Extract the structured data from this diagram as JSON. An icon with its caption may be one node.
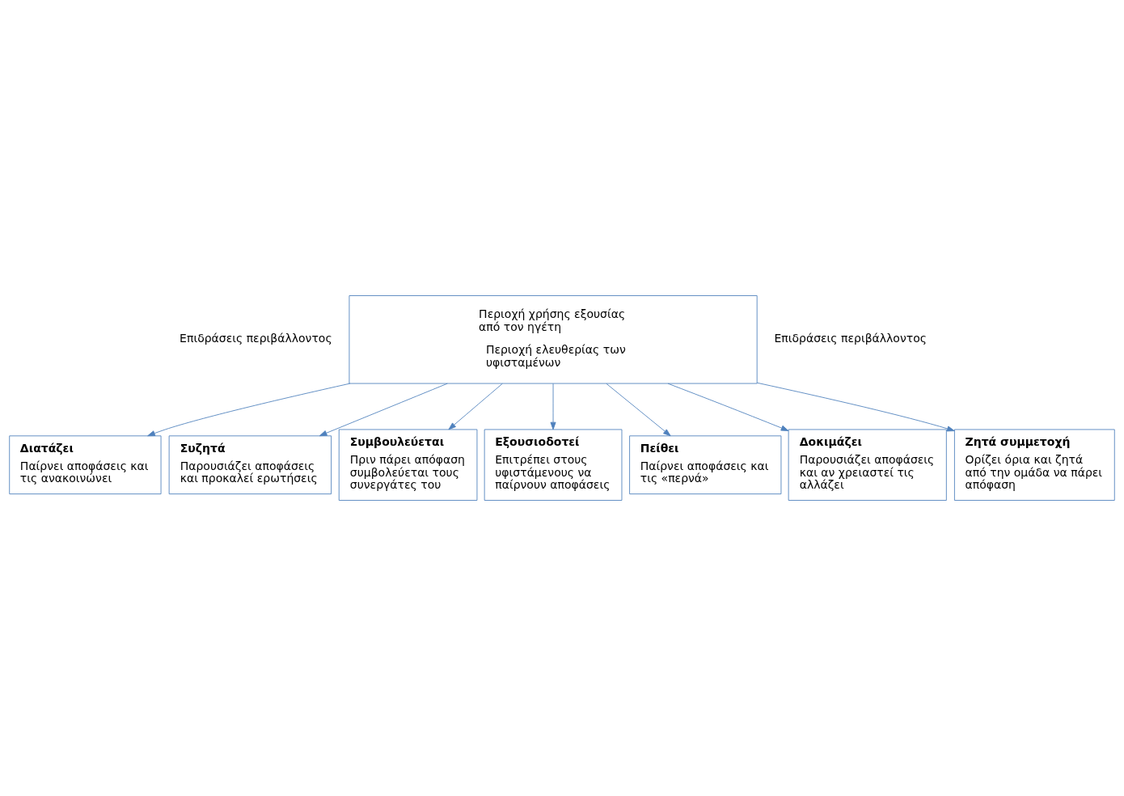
{
  "diagram": {
    "nodes": [
      {
        "text": [
          "Περιοχή χρήσης εξουσίας από τον ηγέτη",
          "Περιοχή ελευθερίας των υφισταμένων"
        ],
        "beside": [
          "Επιδράσεις περιβάλλοντος",
          "Επιδράσεις περιβάλλοντος"
        ]
      },
      {
        "text": [
          "Διατάζει",
          "Παίρνει αποφάσεις και τις ανακοινώνει"
        ]
      },
      {
        "text": [
          "Συζητά",
          "Παρουσιάζει αποφάσεις και προκαλεί ερωτήσεις"
        ]
      },
      {
        "text": [
          "Συμβουλεύεται",
          "Πριν πάρει απόφαση συμβολεύεται τους συνεργάτες του"
        ]
      },
      {
        "text": [
          "Εξουσιοδοτεί",
          "Επιτρέπει στους υφιστάμενους να παίρνουν αποφάσεις"
        ]
      },
      {
        "text": [
          "Πείθει",
          "Παίρνει αποφάσεις και τις «περνά»"
        ]
      },
      {
        "text": [
          "Δοκιμάζει",
          "Παρουσιάζει αποφάσεις και αν χρειαστεί τις αλλάζει"
        ]
      },
      {
        "text": [
          "Ζητά συμμετοχή",
          "Ορίζει όρια και ζητά από την ομάδα να πάρει απόφαση"
        ]
      }
    ],
    "edges": [
      {
        "from": 0,
        "to": 1,
        "arrow": "to"
      },
      {
        "from": 0,
        "to": 5,
        "arrow": "to"
      },
      {
        "from": 0,
        "to": 2,
        "arrow": "to"
      },
      {
        "from": 0,
        "to": 6,
        "arrow": "to"
      },
      {
        "from": 0,
        "to": 3,
        "arrow": "to"
      },
      {
        "from": 0,
        "to": 7,
        "arrow": "to"
      },
      {
        "from": 0,
        "to": 4,
        "arrow": "to"
      }
    ]
  }
}
